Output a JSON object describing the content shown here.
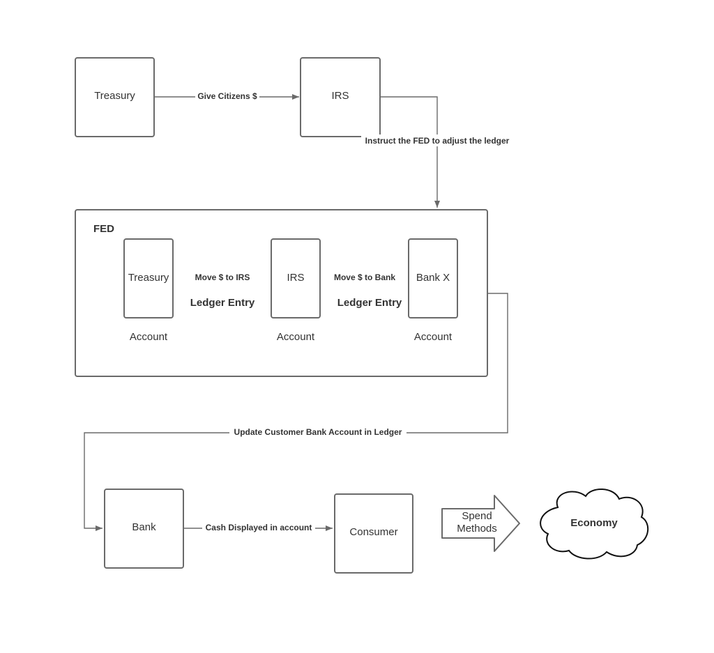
{
  "nodes": {
    "treasury": "Treasury",
    "irs": "IRS",
    "fed": "FED",
    "fed_treasury": "Treasury",
    "fed_irs": "IRS",
    "fed_bank_x": "Bank X",
    "account_treasury": "Account",
    "account_irs": "Account",
    "account_bank_x": "Account",
    "ledger_entry_1": "Ledger Entry",
    "ledger_entry_2": "Ledger Entry",
    "bank": "Bank",
    "consumer": "Consumer",
    "spend_methods_line1": "Spend",
    "spend_methods_line2": "Methods",
    "economy": "Economy"
  },
  "edges": {
    "give_citizens": "Give Citizens $",
    "instruct_fed": "Instruct the FED to adjust the ledger",
    "move_to_irs": "Move $ to IRS",
    "move_to_bank": "Move $ to Bank",
    "update_customer": "Update Customer Bank Account in Ledger",
    "cash_displayed": "Cash Displayed in account"
  },
  "colors": {
    "stroke": "#6a6a6a",
    "text": "#333333",
    "cloud_stroke": "#111111"
  }
}
